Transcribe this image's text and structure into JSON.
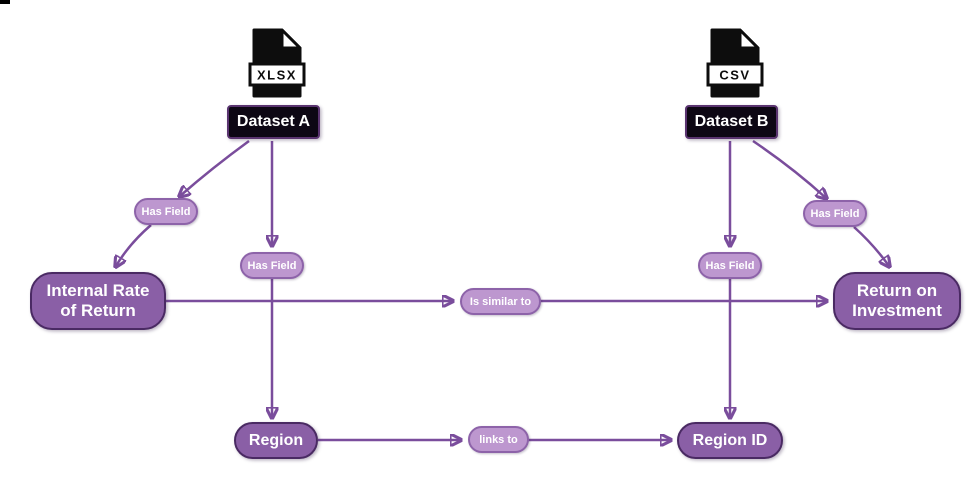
{
  "diagram": {
    "type": "data-relationship-graph",
    "nodes": {
      "dataset_a": {
        "label": "Dataset A",
        "file_type": "XLSX"
      },
      "dataset_b": {
        "label": "Dataset B",
        "file_type": "CSV"
      },
      "irr": {
        "line1": "Internal Rate",
        "line2": "of Return"
      },
      "roi": {
        "line1": "Return on",
        "line2": "Investment"
      },
      "region": {
        "label": "Region"
      },
      "region_id": {
        "label": "Region ID"
      }
    },
    "edges": {
      "a_to_irr": {
        "label": "Has Field",
        "from": "Dataset A",
        "to": "Internal Rate of Return"
      },
      "a_to_region": {
        "label": "Has Field",
        "from": "Dataset A",
        "to": "Region"
      },
      "b_to_region_id": {
        "label": "Has Field",
        "from": "Dataset B",
        "to": "Region ID"
      },
      "b_to_roi": {
        "label": "Has Field",
        "from": "Dataset B",
        "to": "Return on Investment"
      },
      "irr_to_roi": {
        "label": "Is similar to",
        "from": "Internal Rate of Return",
        "to": "Return on Investment"
      },
      "region_to_region_id": {
        "label": "links to",
        "from": "Region",
        "to": "Region ID"
      }
    },
    "colors": {
      "entity_fill": "#8a5fa6",
      "entity_border": "#4a2a63",
      "pill_fill": "#bd97cf",
      "pill_border": "#8d63a9",
      "edge": "#7a4d9c",
      "dataset_fill": "#0d0714",
      "dataset_border": "#5a3470",
      "text_on_node": "#ffffff",
      "file_icon": "#0d0d0d"
    }
  }
}
